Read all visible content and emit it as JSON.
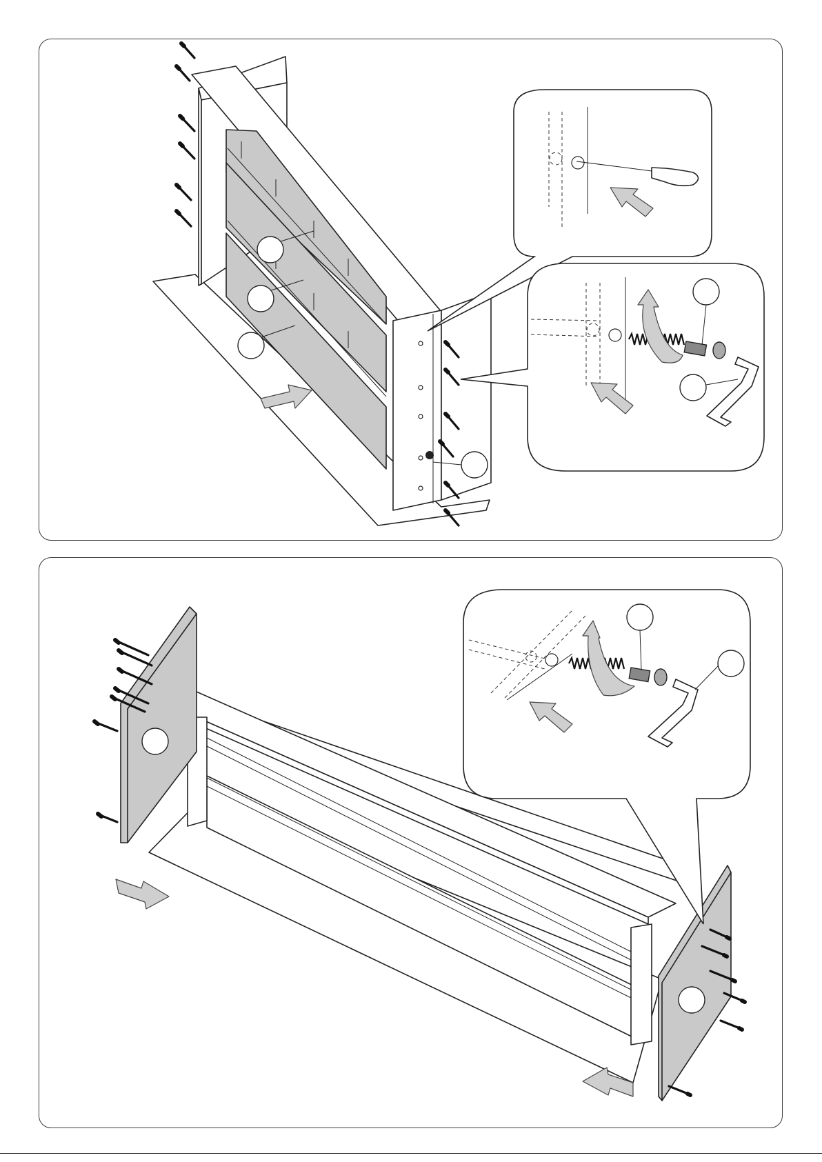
{
  "document": {
    "type": "assembly-instruction-page",
    "steps": [
      {
        "id": "step-top",
        "description_visible": ""
      },
      {
        "id": "step-bottom",
        "description_visible": ""
      }
    ]
  },
  "icons": {
    "push_arrow": "push-direction-arrow-icon",
    "rotate_arrow": "rotate-clockwise-arrow-icon",
    "screw": "cam-screw-icon",
    "allen_key": "allen-key-icon",
    "awl": "awl-icon",
    "part_ref": "part-reference-bubble-icon"
  },
  "colors": {
    "line": "#222222",
    "panel_fill": "#c9c9c9",
    "arrow_fill": "#cfcfcf",
    "background": "#ffffff"
  }
}
